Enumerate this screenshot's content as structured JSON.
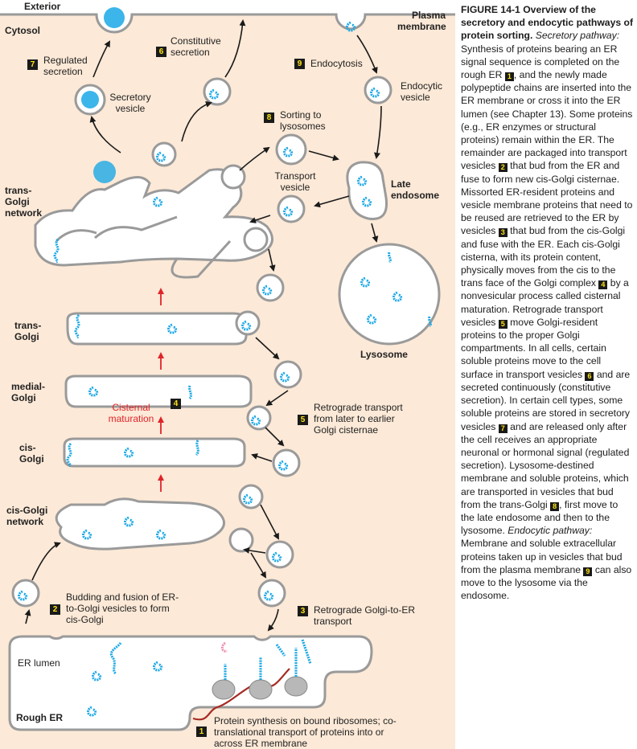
{
  "regions": {
    "exterior": "Exterior",
    "cytosol": "Cytosol",
    "plasma_membrane": "Plasma membrane",
    "trans_golgi_network": "trans-Golgi network",
    "trans_golgi": "trans-Golgi",
    "medial_golgi": "medial-Golgi",
    "cis_golgi": "cis-Golgi",
    "cis_golgi_network": "cis-Golgi network",
    "er_lumen": "ER lumen",
    "rough_er": "Rough ER",
    "late_endosome": "Late endosome",
    "lysosome": "Lysosome"
  },
  "labels": {
    "secretory_vesicle": "Secretory vesicle",
    "endocytic_vesicle": "Endocytic vesicle",
    "transport_vesicle": "Transport vesicle",
    "cisternal_maturation": "Cisternal maturation"
  },
  "steps": [
    {
      "number": "1",
      "text": "Protein synthesis on bound ribosomes; co-translational transport of proteins into or across ER membrane"
    },
    {
      "number": "2",
      "text": "Budding and fusion of ER-to-Golgi vesicles to form cis-Golgi"
    },
    {
      "number": "3",
      "text": "Retrograde Golgi-to-ER transport"
    },
    {
      "number": "4",
      "text": ""
    },
    {
      "number": "5",
      "text": "Retrograde transport from later to earlier Golgi cisternae"
    },
    {
      "number": "6",
      "text": "Constitutive secretion"
    },
    {
      "number": "7",
      "text": "Regulated secretion"
    },
    {
      "number": "8",
      "text": "Sorting to lysosomes"
    },
    {
      "number": "9",
      "text": "Endocytosis"
    }
  ],
  "colors": {
    "cytosol": "#fce9d7",
    "membrane": "#9a9a9a",
    "protein": "#1aa8e6",
    "arrow": "#1a1a1a",
    "maturation_arrow": "#e0242a",
    "badge_bg": "#1a1a1a",
    "badge_text": "#ffe414",
    "mrna": "#a52a22",
    "ribosome": "#b8b8b8",
    "signal": "#f08cb4"
  },
  "caption": {
    "title": "FIGURE 14-1 Overview of the secretory and endocytic pathways of protein sorting.",
    "p1_lead": "Secretory pathway:",
    "p1a": "Synthesis of proteins bearing an ER signal sequence is completed on the rough ER",
    "p1b": ", and the newly made polypeptide chains are inserted into the ER membrane or cross it into the ER lumen (see Chapter 13). Some proteins (e.g., ER enzymes or structural proteins) remain within the ER. The remainder are packaged into transport vesicles",
    "p1c": "that bud from the ER and fuse to form new cis-Golgi cisternae. Missorted ER-resident proteins and vesicle membrane proteins that need to be reused are retrieved to the ER by vesicles",
    "p1d": "that bud from the cis-Golgi and fuse with the ER. Each cis-Golgi cisterna, with its protein content, physically moves from the cis to the trans face of the Golgi complex",
    "p1e": "by a nonvesicular process called cisternal maturation. Retrograde transport vesicles",
    "p1f": "move Golgi-resident proteins to the proper Golgi compartments. In all cells, certain soluble proteins move to the cell surface in transport vesicles",
    "p1g": "and are secreted continuously (constitutive secretion). In certain cell types, some soluble proteins are stored in secretory vesicles",
    "p1h": "and are released only after the cell receives an appropriate neuronal or hormonal signal (regulated secretion). Lysosome-destined membrane and soluble proteins, which are transported in vesicles that bud from the trans-Golgi",
    "p1i": ", first move to the late endosome and then to the lysosome.",
    "p2_lead": "Endocytic pathway:",
    "p2a": "Membrane and soluble extracellular proteins taken up in vesicles that bud from the plasma membrane",
    "p2b": "can also move to the lysosome via the endosome."
  }
}
